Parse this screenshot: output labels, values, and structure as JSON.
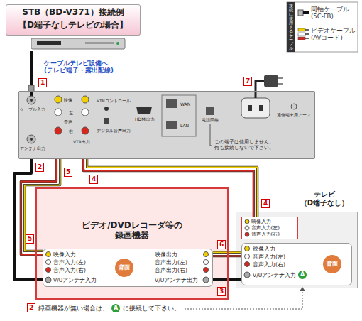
{
  "diagram": {
    "nodes": [
      {
        "text": [
          "STB（BD-V371）接続例",
          "【D端子なしテレビの場合】"
        ]
      },
      {
        "text": [
          "ケーブル入力",
          "アンテナ出力",
          "映像",
          "左",
          "音声",
          "右",
          "VTR出力",
          "VTRコントロール",
          "デジタル音声出力",
          "HDMI出力",
          "WAN",
          "LAN",
          "電話回線",
          "通信端末用アース"
        ]
      },
      {
        "text": [
          "ビデオ/DVDレコーダ等の 録画機器"
        ]
      },
      {
        "text": [
          "映像入力",
          "音声入力(左)",
          "音声入力(右)",
          "V/Uアンテナ入力",
          "映像出力",
          "音声出力(左)",
          "音声出力(右)",
          "V/Uアンテナ出力"
        ],
        "in": 2
      },
      {
        "text": [
          "背面"
        ],
        "in": 3
      },
      {
        "text": [
          "テレビ （D端子なし）"
        ]
      },
      {
        "text": [
          "映像入力",
          "音声入力(左)",
          "音声入力(右)"
        ],
        "in": 5
      },
      {
        "text": [
          "映像入力",
          "音声入力(左)",
          "音声入力(右)",
          "V/Uアンテナ入力"
        ],
        "in": 5
      },
      {
        "text": [
          "A"
        ],
        "in": 7
      },
      {
        "text": [
          "背面"
        ],
        "in": 7
      },
      {
        "text": [
          "A"
        ]
      }
    ],
    "edges": [
      {
        "from": 1,
        "to": 3,
        "arrow": "none"
      },
      {
        "from": 1,
        "to": 3,
        "arrow": "none"
      },
      {
        "from": 1,
        "to": 6,
        "arrow": "none"
      },
      {
        "from": 3,
        "to": 7,
        "arrow": "none"
      },
      {
        "from": 3,
        "to": 7,
        "arrow": "none"
      }
    ],
    "labels": [
      "接続に使用するケーブル",
      "ケーブルテレビ設備へ (テレビ端子・露出配線)",
      "1",
      "7",
      "この端子は使用しません。 何も接続しないで下さい。",
      "2",
      "5",
      "4",
      "5",
      "6",
      "3",
      "4",
      "2",
      "録画機器が無い場合は、",
      "に接続して下さい。"
    ],
    "legend": [
      {
        "text": "同軸ケーブル (5C-FB)"
      },
      {
        "text": "ビデオケーブル (AVコード)"
      }
    ]
  }
}
